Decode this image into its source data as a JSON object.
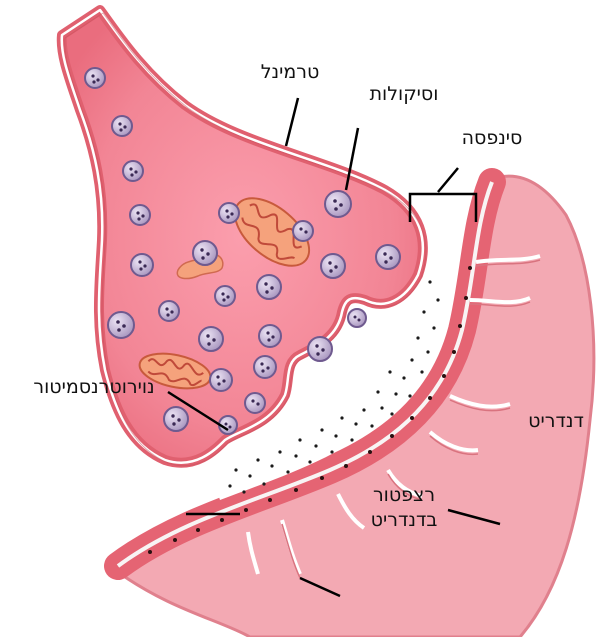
{
  "labels": {
    "terminal": "טרמינל",
    "vesicles": "וסיקולות",
    "synapse": "סינפסה",
    "neurotransmitter": "נוירוטרנסמיטור",
    "dendrite": "דנדריט",
    "receptor_line1": "רצפטור",
    "receptor_line2": "בדנדריט"
  },
  "colors": {
    "cytoplasm": "#f08a98",
    "membrane": "#e5606f",
    "vesicle": "#b9a8cc",
    "mitochondrion": "#f39a74",
    "dendrite": "#f3a9b3"
  }
}
